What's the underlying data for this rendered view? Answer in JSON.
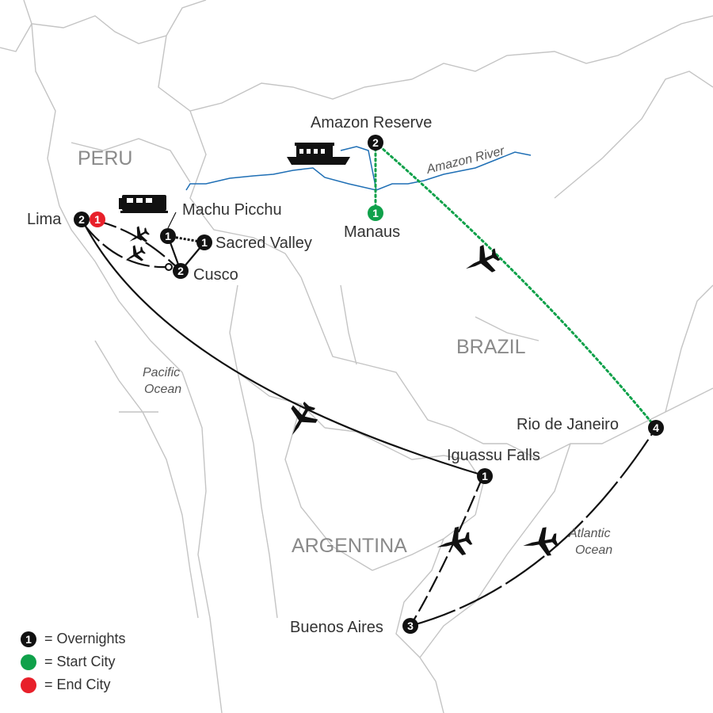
{
  "colors": {
    "overnight": "#111111",
    "start": "#0fa14a",
    "end": "#e8202a",
    "border": "#bdbdbd",
    "river": "#1f6fb5",
    "route": "#111111",
    "start_route": "#0fa14a"
  },
  "countries": {
    "peru": "PERU",
    "brazil": "BRAZIL",
    "argentina": "ARGENTINA"
  },
  "oceans": {
    "pacific_1": "Pacific",
    "pacific_2": "Ocean",
    "atlantic_1": "Atlantic",
    "atlantic_2": "Ocean"
  },
  "river": {
    "label": "Amazon River"
  },
  "cities": {
    "amazon_reserve": {
      "name": "Amazon Reserve",
      "nights": "2"
    },
    "manaus": {
      "name": "Manaus",
      "nights": "1"
    },
    "lima": {
      "name": "Lima",
      "nights": "2",
      "end_marker": "1"
    },
    "machu_picchu": {
      "name": "Machu Picchu",
      "nights": "1"
    },
    "sacred_valley": {
      "name": "Sacred Valley",
      "nights": "1"
    },
    "cusco": {
      "name": "Cusco",
      "nights": "2"
    },
    "rio": {
      "name": "Rio de Janeiro",
      "nights": "4"
    },
    "iguassu": {
      "name": "Iguassu Falls",
      "nights": "1"
    },
    "buenos_aires": {
      "name": "Buenos Aires",
      "nights": "3"
    }
  },
  "icons": {
    "plane": "airplane-icon",
    "train": "train-icon",
    "boat": "riverboat-icon"
  },
  "legend": {
    "overnights": {
      "marker": "1",
      "label": "= Overnights"
    },
    "start": {
      "label": "= Start City"
    },
    "end": {
      "label": "= End City"
    }
  }
}
